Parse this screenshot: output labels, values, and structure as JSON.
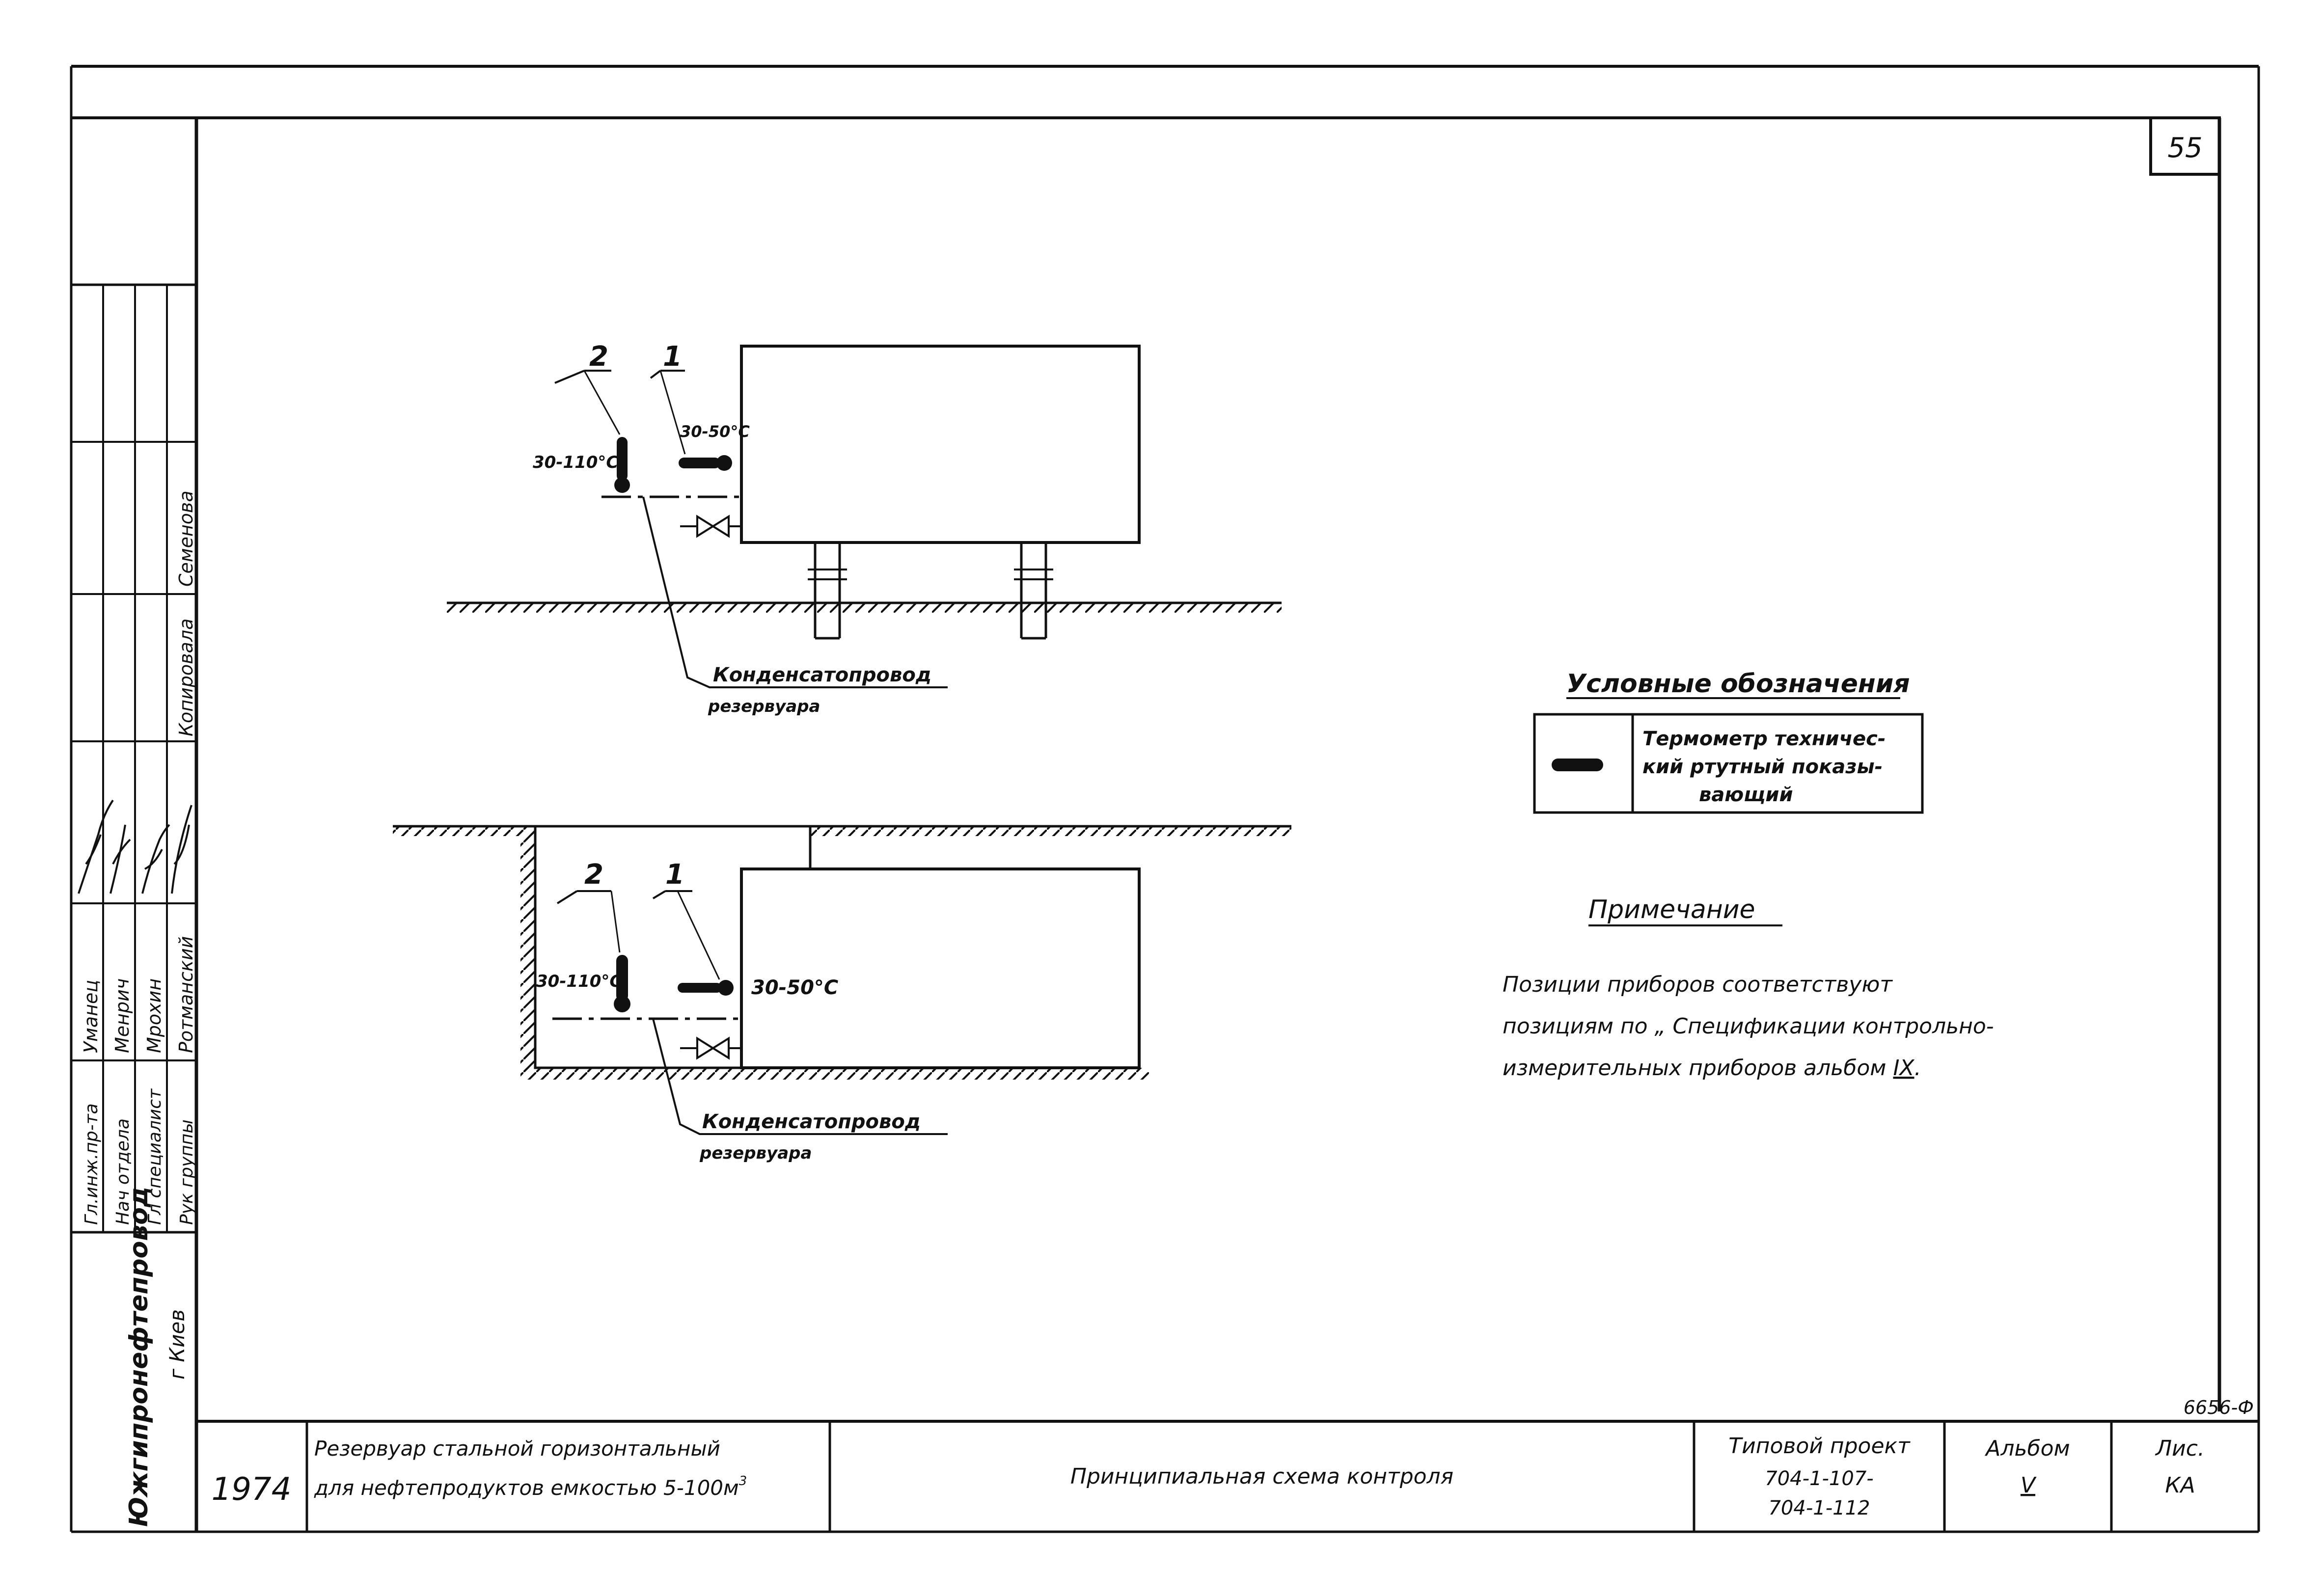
{
  "sheet_number": "55",
  "drawing_code": "6656-Ф",
  "top_scheme": {
    "callout_1": "1",
    "callout_2": "2",
    "temp_1": "30-50°C",
    "temp_2": "30-110°C",
    "pipe_label_1": "Конденсатопровод",
    "pipe_label_2": "резервуара"
  },
  "bottom_scheme": {
    "callout_1": "1",
    "callout_2": "2",
    "temp_1": "30-50°C",
    "temp_2": "30-110°C",
    "pipe_label_1": "Конденсатопровод",
    "pipe_label_2": "резервуара"
  },
  "legend": {
    "title": "Условные обозначения",
    "line1": "Термометр техничес-",
    "line2": "кий ртутный показы-",
    "line3": "вающий",
    "icon": "thermometer-icon"
  },
  "note": {
    "title": "Примечание",
    "line1": "Позиции приборов соответствуют",
    "line2": "позициям по „ Спецификации контрольно-",
    "line3": "измерительных приборов альбом ",
    "album_ref": "IX",
    "line3_end": "."
  },
  "side_stamp": {
    "org_line1": "Южгипронефтепровод",
    "org_line2": "г Киев",
    "roles": [
      "Гл.инж.пр-та",
      "Нач отдела",
      "Гл специалист",
      "Рук группы"
    ],
    "names": [
      "Уманец",
      "Менрич",
      "Мрохин",
      "Ротманский"
    ],
    "copied_label": "Копировала",
    "copied_name": "Семенова"
  },
  "title_block": {
    "year": "1974",
    "object_line1": "Резервуар стальной горизонтальный",
    "object_line2": "для нефтепродуктов емкостью 5-100м",
    "object_sup": "3",
    "drawing_title": "Принципиальная схема контроля",
    "project_label": "Типовой проект",
    "project_num1": "704-1-107-",
    "project_num2": "704-1-112",
    "album_label": "Альбом",
    "album_value": "V",
    "sheet_label": "Лис.",
    "sheet_value": "КА"
  }
}
